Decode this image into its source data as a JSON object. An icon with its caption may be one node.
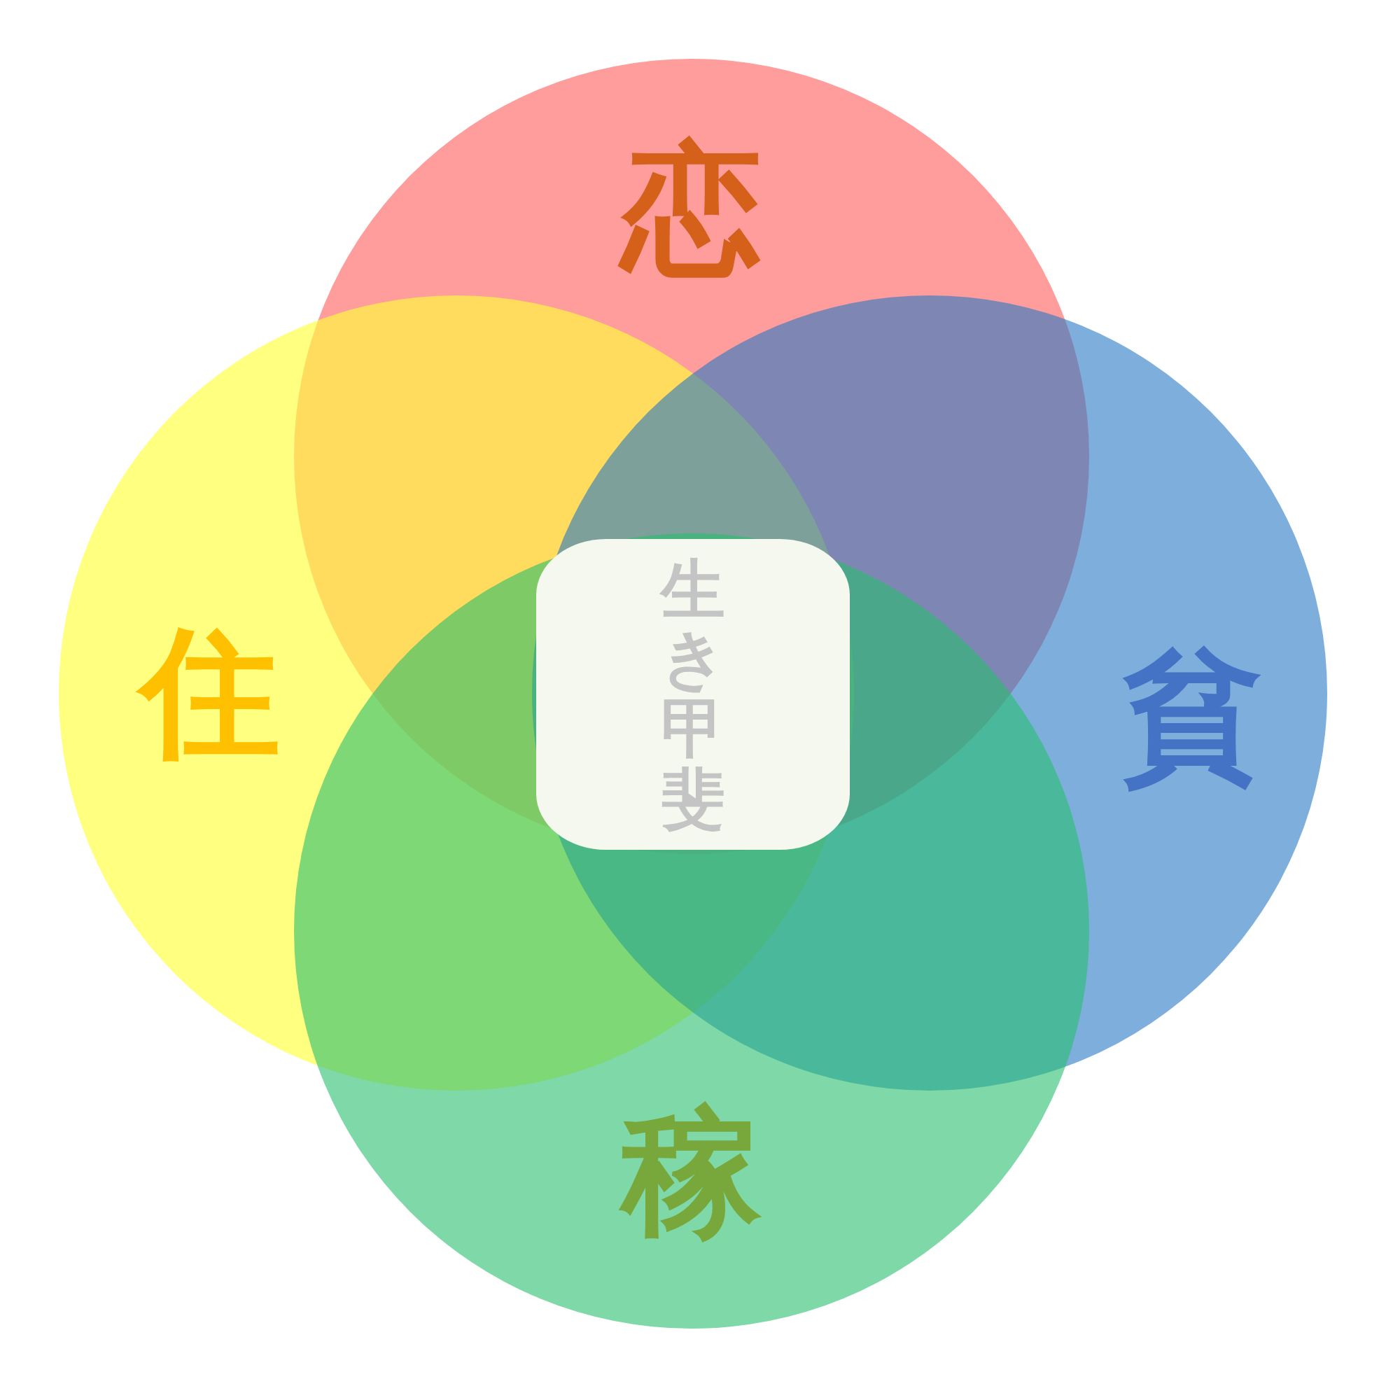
{
  "diagram": {
    "nodes": [
      {
        "text": [
          "恋"
        ]
      },
      {
        "text": [
          "住"
        ]
      },
      {
        "text": [
          "生き甲斐"
        ]
      },
      {
        "text": [
          "貧"
        ]
      },
      {
        "text": [
          "稼"
        ]
      }
    ],
    "edges": []
  }
}
